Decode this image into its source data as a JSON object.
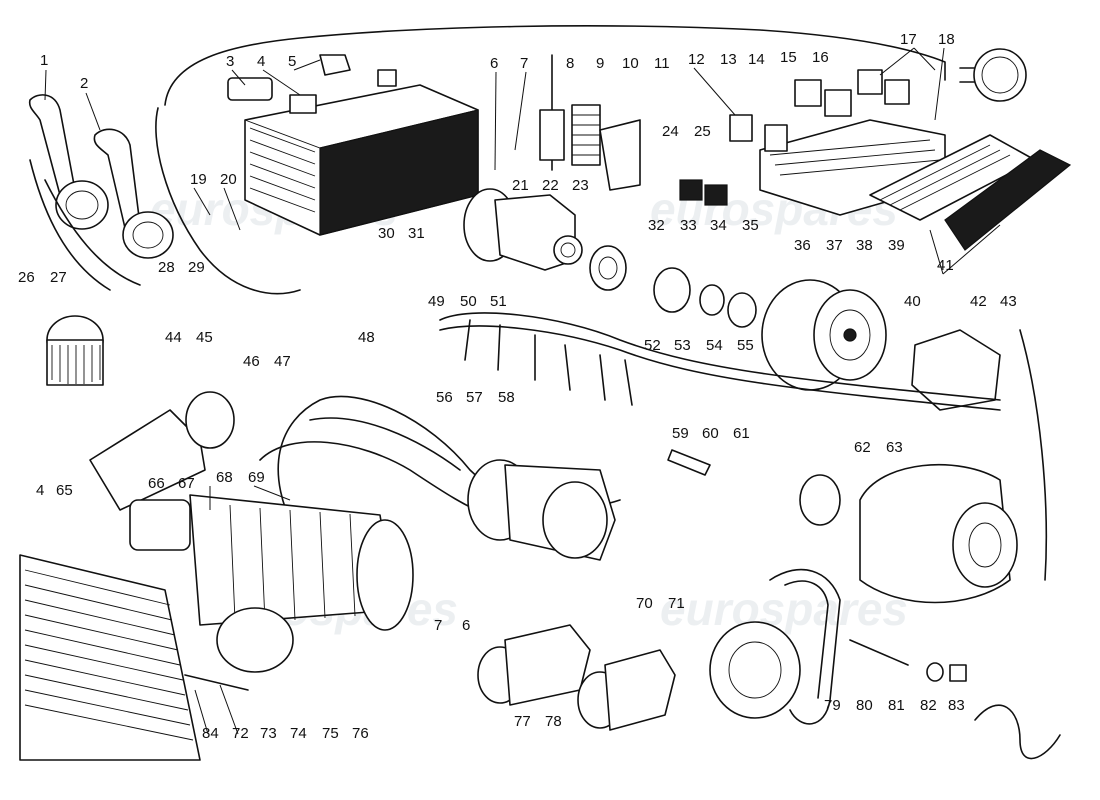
{
  "diagram": {
    "watermark": "eurospares",
    "callouts": [
      "1",
      "2",
      "3",
      "4",
      "5",
      "6",
      "7",
      "8",
      "9",
      "10",
      "11",
      "12",
      "13",
      "14",
      "15",
      "16",
      "17",
      "18",
      "19",
      "20",
      "21",
      "22",
      "23",
      "24",
      "25",
      "26",
      "27",
      "28",
      "29",
      "30",
      "31",
      "32",
      "33",
      "34",
      "35",
      "36",
      "37",
      "38",
      "39",
      "40",
      "41",
      "42",
      "43",
      "44",
      "45",
      "46",
      "47",
      "48",
      "49",
      "50",
      "51",
      "52",
      "53",
      "54",
      "55",
      "56",
      "57",
      "58",
      "59",
      "60",
      "61",
      "62",
      "63",
      "4",
      "65",
      "66",
      "67",
      "68",
      "69",
      "7",
      "6",
      "70",
      "71",
      "72",
      "73",
      "74",
      "75",
      "76",
      "77",
      "78",
      "79",
      "80",
      "81",
      "82",
      "83",
      "84"
    ]
  }
}
